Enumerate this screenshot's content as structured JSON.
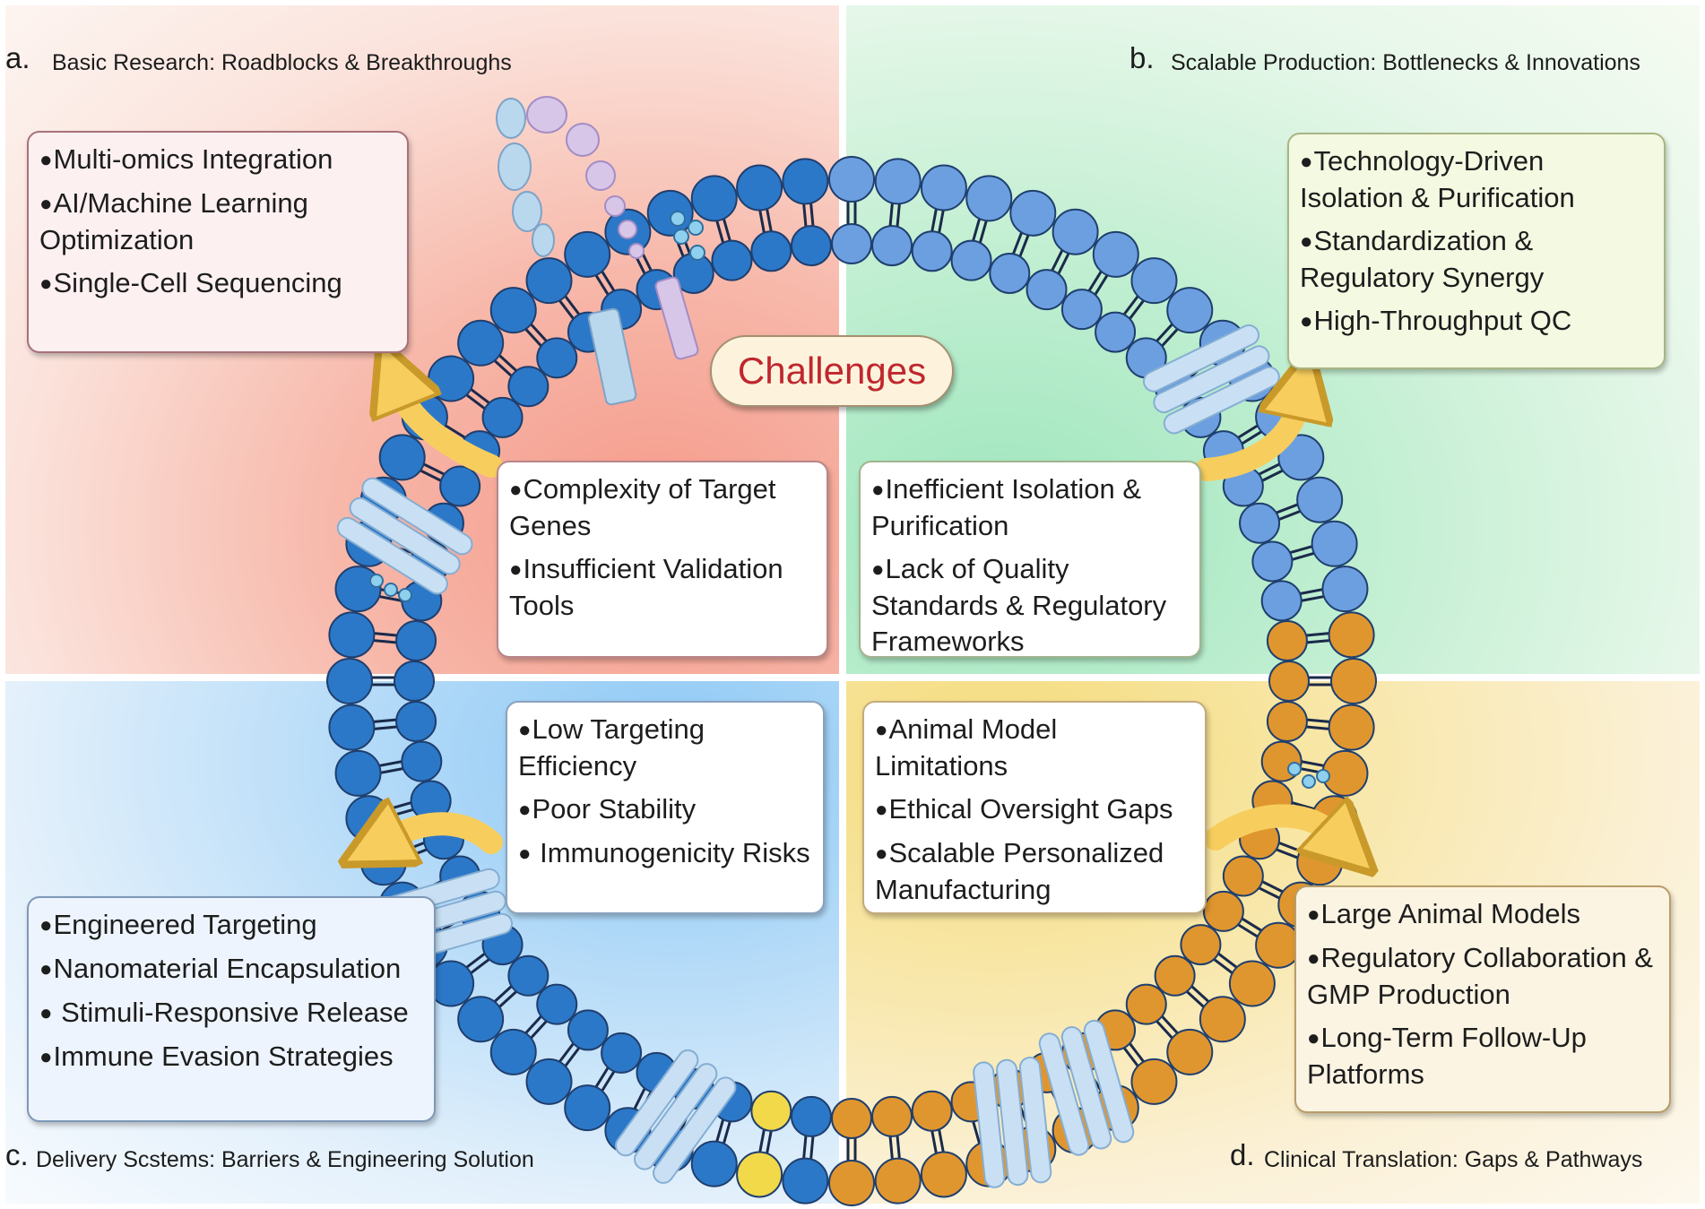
{
  "quadrants": {
    "a": {
      "letter": "a.",
      "title": "Basic Research: Roadblocks & Breakthroughs",
      "challenges": [
        "Complexity of Target Genes",
        "Insufficient Validation Tools"
      ],
      "solutions": [
        "Multi-omics Integration",
        "AI/Machine Learning Optimization",
        "Single-Cell Sequencing"
      ]
    },
    "b": {
      "letter": "b.",
      "title": "Scalable Production: Bottlenecks & Innovations",
      "challenges": [
        "Inefficient Isolation & Purification",
        "Lack of Quality Standards & Regulatory Frameworks"
      ],
      "solutions": [
        "Technology-Driven Isolation & Purification",
        "Standardization & Regulatory Synergy",
        "High-Throughput QC"
      ]
    },
    "c": {
      "letter": "c.",
      "title": "Delivery Scstems: Barriers & Engineering Solution",
      "challenges": [
        "Low Targeting Efficiency",
        "Poor Stability",
        " Immunogenicity Risks"
      ],
      "solutions": [
        "Engineered Targeting",
        "Nanomaterial Encapsulation",
        " Stimuli-Responsive Release",
        "Immune Evasion Strategies"
      ]
    },
    "d": {
      "letter": "d.",
      "title": "Clinical Translation: Gaps & Pathways",
      "challenges": [
        "Animal Model Limitations",
        "Ethical Oversight Gaps",
        "Scalable Personalized Manufacturing"
      ],
      "solutions": [
        "Large Animal Models",
        "Regulatory Collaboration & GMP Production",
        "Long-Term Follow-Up Platforms"
      ]
    }
  },
  "center_label": "Challenges",
  "colors": {
    "bg_a": "#f7b8aa",
    "bg_b": "#c2efd2",
    "bg_c": "#b7dcf8",
    "bg_d": "#f8e7a9",
    "lipid_blue": "#2c78c8",
    "lipid_light_blue": "#6c9fe0",
    "lipid_orange": "#e0962e",
    "lipid_yellow": "#f2d94a",
    "arrow": "#f7ce5e",
    "center_text": "#c0272d"
  },
  "icons": [
    "lipid-bilayer-ring",
    "membrane-protein-helix",
    "curved-arrow-icon",
    "rna-strand-icon"
  ]
}
